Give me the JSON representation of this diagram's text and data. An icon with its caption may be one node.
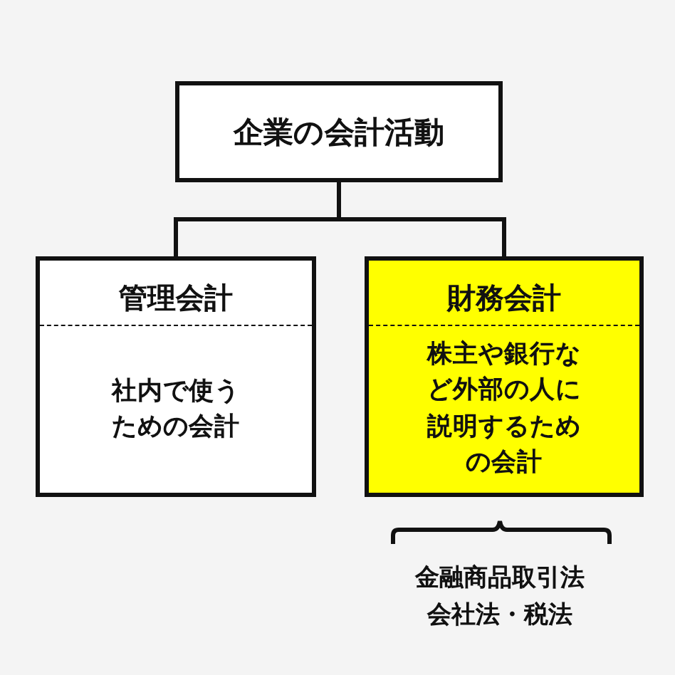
{
  "diagram": {
    "nodes": [
      {
        "text": [
          "企業の会計活動"
        ]
      },
      {
        "text": [
          "管理会計",
          "社内で使うための会計"
        ]
      },
      {
        "text": [
          "財務会計",
          "株主や銀行など外部の人に説明するための会計"
        ]
      }
    ],
    "edges": [
      {
        "from": 0,
        "to": 1,
        "arrow": "none"
      },
      {
        "from": 0,
        "to": 2,
        "arrow": "none"
      }
    ],
    "labels": [
      "金融商品取引法",
      "会社法・税法"
    ]
  }
}
